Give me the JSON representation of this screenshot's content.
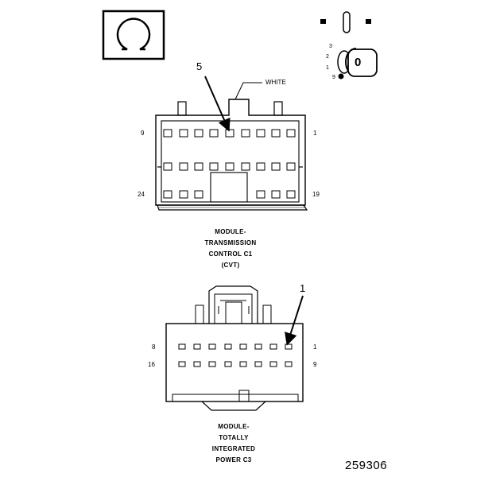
{
  "icons": {
    "symbol": "ohm-icon",
    "ignition": "ignition-key-off-icon"
  },
  "ignition": {
    "positions": [
      "3",
      "2",
      "1",
      "9"
    ],
    "key_label": "0"
  },
  "connector_c1": {
    "callout": "5",
    "wire_color": "WHITE",
    "pin_left_top": "9",
    "pin_right_top": "1",
    "pin_left_bottom": "24",
    "pin_right_bottom": "19",
    "caption": [
      "MODULE-",
      "TRANSMISSION",
      "CONTROL C1",
      "(CVT)"
    ]
  },
  "connector_c3": {
    "callout": "1",
    "pin_left_top": "8",
    "pin_right_top": "1",
    "pin_left_bottom": "16",
    "pin_right_bottom": "9",
    "caption": [
      "MODULE-",
      "TOTALLY",
      "INTEGRATED",
      "POWER C3"
    ]
  },
  "figure_number": "259306"
}
